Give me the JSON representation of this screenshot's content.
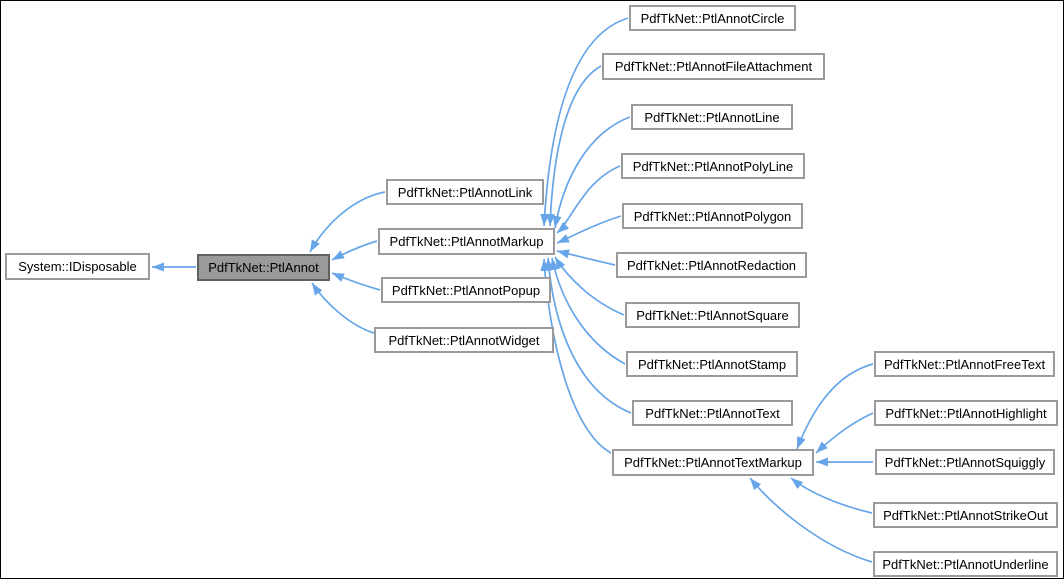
{
  "diagram": {
    "title": "Inheritance graph for PdfTkNet::PtlAnnot",
    "type": "class-inheritance-graph",
    "colors": {
      "background": "#ffffff",
      "arrow": "#66a5e8",
      "node_fill": "#ffffff",
      "node_border": "#9a9a9a",
      "current_node_fill": "#9a9a9a",
      "current_node_border": "#616161",
      "text": "#000000"
    },
    "nodes": [
      {
        "id": "system-idisposable",
        "label": "System::IDisposable",
        "current": false
      },
      {
        "id": "ptlannot",
        "label": "PdfTkNet::PtlAnnot",
        "current": true
      },
      {
        "id": "ptlannotlink",
        "label": "PdfTkNet::PtlAnnotLink",
        "current": false
      },
      {
        "id": "ptlannotmarkup",
        "label": "PdfTkNet::PtlAnnotMarkup",
        "current": false
      },
      {
        "id": "ptlannotpopup",
        "label": "PdfTkNet::PtlAnnotPopup",
        "current": false
      },
      {
        "id": "ptlannotwidget",
        "label": "PdfTkNet::PtlAnnotWidget",
        "current": false
      },
      {
        "id": "ptlannotcircle",
        "label": "PdfTkNet::PtlAnnotCircle",
        "current": false
      },
      {
        "id": "ptlannotfileattachment",
        "label": "PdfTkNet::PtlAnnotFileAttachment",
        "current": false
      },
      {
        "id": "ptlannotline",
        "label": "PdfTkNet::PtlAnnotLine",
        "current": false
      },
      {
        "id": "ptlannotpolyline",
        "label": "PdfTkNet::PtlAnnotPolyLine",
        "current": false
      },
      {
        "id": "ptlannotpolygon",
        "label": "PdfTkNet::PtlAnnotPolygon",
        "current": false
      },
      {
        "id": "ptlannotredaction",
        "label": "PdfTkNet::PtlAnnotRedaction",
        "current": false
      },
      {
        "id": "ptlannotsquare",
        "label": "PdfTkNet::PtlAnnotSquare",
        "current": false
      },
      {
        "id": "ptlannotstamp",
        "label": "PdfTkNet::PtlAnnotStamp",
        "current": false
      },
      {
        "id": "ptlannottext",
        "label": "PdfTkNet::PtlAnnotText",
        "current": false
      },
      {
        "id": "ptlannottextmarkup",
        "label": "PdfTkNet::PtlAnnotTextMarkup",
        "current": false
      },
      {
        "id": "ptlannotfreetext",
        "label": "PdfTkNet::PtlAnnotFreeText",
        "current": false
      },
      {
        "id": "ptlannothighlight",
        "label": "PdfTkNet::PtlAnnotHighlight",
        "current": false
      },
      {
        "id": "ptlannotsquiggly",
        "label": "PdfTkNet::PtlAnnotSquiggly",
        "current": false
      },
      {
        "id": "ptlannotstrikeout",
        "label": "PdfTkNet::PtlAnnotStrikeOut",
        "current": false
      },
      {
        "id": "ptlannotunderline",
        "label": "PdfTkNet::PtlAnnotUnderline",
        "current": false
      }
    ],
    "edges": [
      {
        "from": "PdfTkNet::PtlAnnot",
        "to": "System::IDisposable"
      },
      {
        "from": "PdfTkNet::PtlAnnotLink",
        "to": "PdfTkNet::PtlAnnot"
      },
      {
        "from": "PdfTkNet::PtlAnnotMarkup",
        "to": "PdfTkNet::PtlAnnot"
      },
      {
        "from": "PdfTkNet::PtlAnnotPopup",
        "to": "PdfTkNet::PtlAnnot"
      },
      {
        "from": "PdfTkNet::PtlAnnotWidget",
        "to": "PdfTkNet::PtlAnnot"
      },
      {
        "from": "PdfTkNet::PtlAnnotCircle",
        "to": "PdfTkNet::PtlAnnotMarkup"
      },
      {
        "from": "PdfTkNet::PtlAnnotFileAttachment",
        "to": "PdfTkNet::PtlAnnotMarkup"
      },
      {
        "from": "PdfTkNet::PtlAnnotLine",
        "to": "PdfTkNet::PtlAnnotMarkup"
      },
      {
        "from": "PdfTkNet::PtlAnnotPolyLine",
        "to": "PdfTkNet::PtlAnnotMarkup"
      },
      {
        "from": "PdfTkNet::PtlAnnotPolygon",
        "to": "PdfTkNet::PtlAnnotMarkup"
      },
      {
        "from": "PdfTkNet::PtlAnnotRedaction",
        "to": "PdfTkNet::PtlAnnotMarkup"
      },
      {
        "from": "PdfTkNet::PtlAnnotSquare",
        "to": "PdfTkNet::PtlAnnotMarkup"
      },
      {
        "from": "PdfTkNet::PtlAnnotStamp",
        "to": "PdfTkNet::PtlAnnotMarkup"
      },
      {
        "from": "PdfTkNet::PtlAnnotText",
        "to": "PdfTkNet::PtlAnnotMarkup"
      },
      {
        "from": "PdfTkNet::PtlAnnotTextMarkup",
        "to": "PdfTkNet::PtlAnnotMarkup"
      },
      {
        "from": "PdfTkNet::PtlAnnotFreeText",
        "to": "PdfTkNet::PtlAnnotTextMarkup"
      },
      {
        "from": "PdfTkNet::PtlAnnotHighlight",
        "to": "PdfTkNet::PtlAnnotTextMarkup"
      },
      {
        "from": "PdfTkNet::PtlAnnotSquiggly",
        "to": "PdfTkNet::PtlAnnotTextMarkup"
      },
      {
        "from": "PdfTkNet::PtlAnnotStrikeOut",
        "to": "PdfTkNet::PtlAnnotTextMarkup"
      },
      {
        "from": "PdfTkNet::PtlAnnotUnderline",
        "to": "PdfTkNet::PtlAnnotTextMarkup"
      }
    ]
  }
}
